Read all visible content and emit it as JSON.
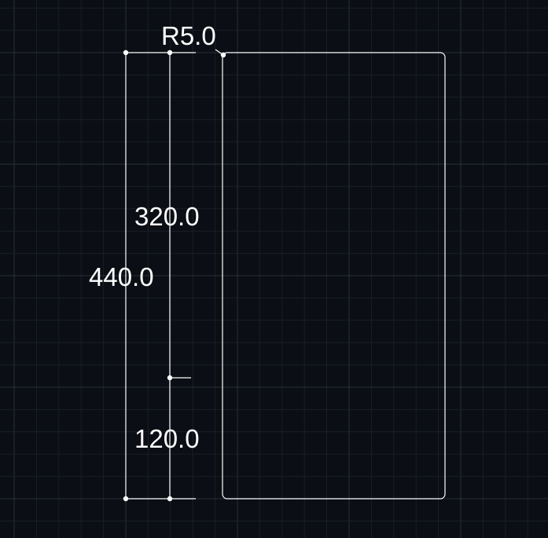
{
  "colors": {
    "background": "#0b0e14",
    "grid_minor": "#1a1f26",
    "grid_major": "#2a3038",
    "geometry": "#ffffff"
  },
  "dimensions": {
    "radius_label": "R5.0",
    "upper_height_label": "320.0",
    "total_height_label": "440.0",
    "lower_height_label": "120.0"
  }
}
